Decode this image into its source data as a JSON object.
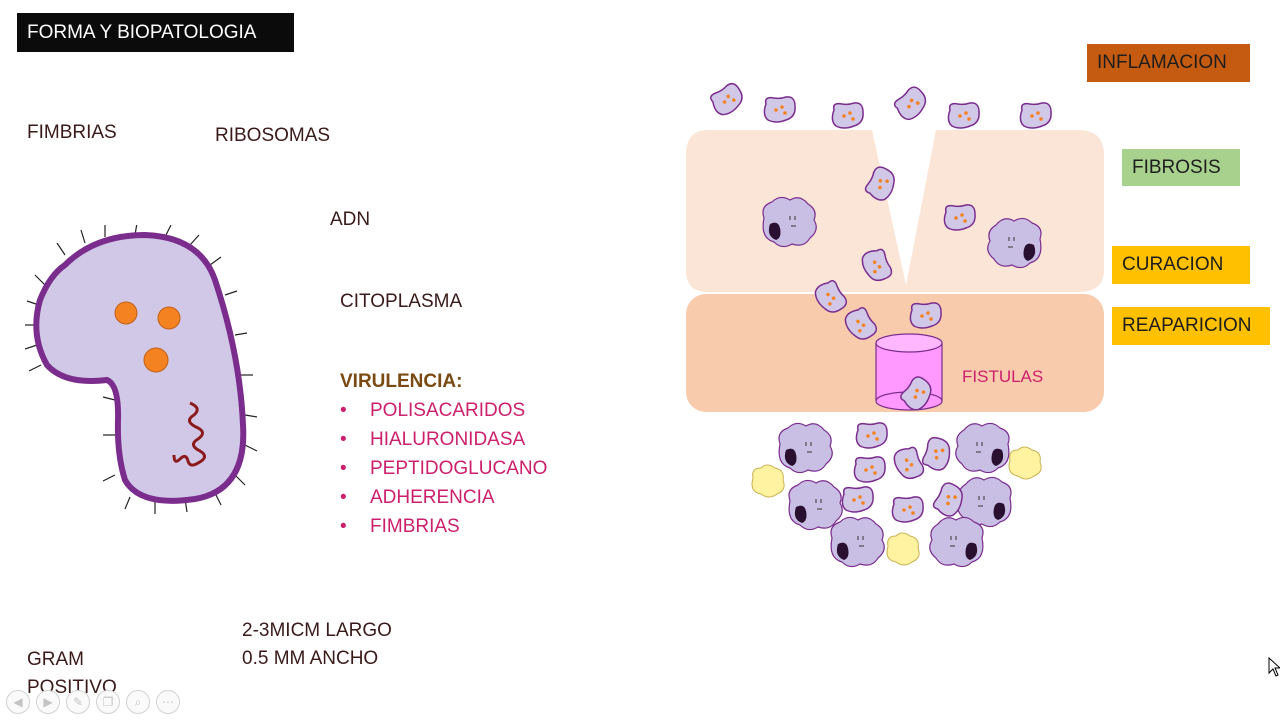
{
  "title": "FORMA Y BIOPATOLOGIA",
  "labels": {
    "fimbrias": "FIMBRIAS",
    "ribosomas": "RIBOSOMAS",
    "adn": "ADN",
    "citoplasma": "CITOPLASMA",
    "size_length": "2-3MICM LARGO",
    "size_width": "0.5 MM ANCHO",
    "gram_line1": "GRAM",
    "gram_line2": "POSITIVO"
  },
  "virulence": {
    "heading": "VIRULENCIA:",
    "bullet": "•",
    "items": [
      "POLISACARIDOS",
      "HIALURONIDASA",
      "PEPTIDOGLUCANO",
      "ADHERENCIA",
      "FIMBRIAS"
    ]
  },
  "stages": {
    "inflamacion": {
      "label": "INFLAMACION",
      "color": "#c55a11"
    },
    "fibrosis": {
      "label": "FIBROSIS",
      "color": "#a9d18e"
    },
    "curacion": {
      "label": "CURACION",
      "color": "#ffc000"
    },
    "reaparicion": {
      "label": "REAPARICION",
      "color": "#ffc000"
    }
  },
  "fistulas": "FISTULAS",
  "colors": {
    "cell_fill": "#d0c8e6",
    "cell_wall": "#7b2d8e",
    "ribosome": "#f58220",
    "dna": "#8b1a1a",
    "tissue_upper": "#fbe5d6",
    "tissue_lower": "#f8cbad",
    "fistula": "#ff99ff",
    "granule": "#fff2a0"
  },
  "toolbar_icons": [
    "prev-icon",
    "next-icon",
    "pen-icon",
    "copy-icon",
    "zoom-icon",
    "more-icon"
  ]
}
